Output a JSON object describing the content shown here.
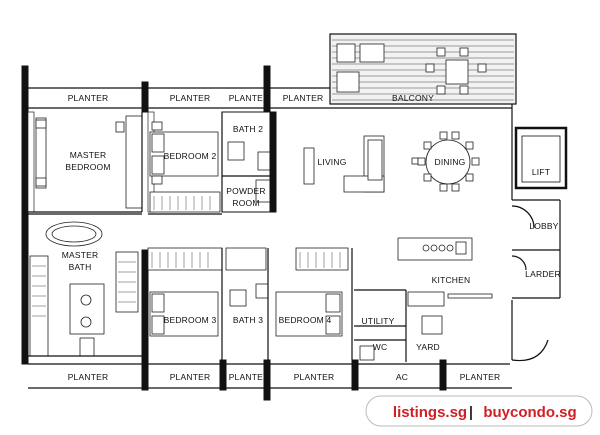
{
  "rooms": {
    "balcony": "BALCONY",
    "lift": "LIFT",
    "dining": "DINING",
    "living": "LIVING",
    "master_bedroom_1": "MASTER",
    "master_bedroom_2": "BEDROOM",
    "bedroom2": "BEDROOM 2",
    "bath2": "BATH 2",
    "powder_1": "POWDER",
    "powder_2": "ROOM",
    "lobby": "LOBBY",
    "master_bath_1": "MASTER",
    "master_bath_2": "BATH",
    "kitchen": "KITCHEN",
    "larder": "LARDER",
    "bedroom3": "BEDROOM 3",
    "bath3": "BATH 3",
    "bedroom4": "BEDROOM 4",
    "utility": "UTILITY",
    "wc": "WC",
    "yard": "YARD",
    "ac": "AC"
  },
  "planters_top": [
    "PLANTER",
    "PLANTER",
    "PLANTER",
    "PLANTER"
  ],
  "planters_bottom": [
    "PLANTER",
    "PLANTER",
    "PLANTER",
    "PLANTER",
    "PLANTER"
  ],
  "watermark": {
    "left": "listings.sg",
    "sep": "|",
    "right": "buycondo.sg",
    "left_color": "#d11f26",
    "right_color": "#d11f26"
  }
}
